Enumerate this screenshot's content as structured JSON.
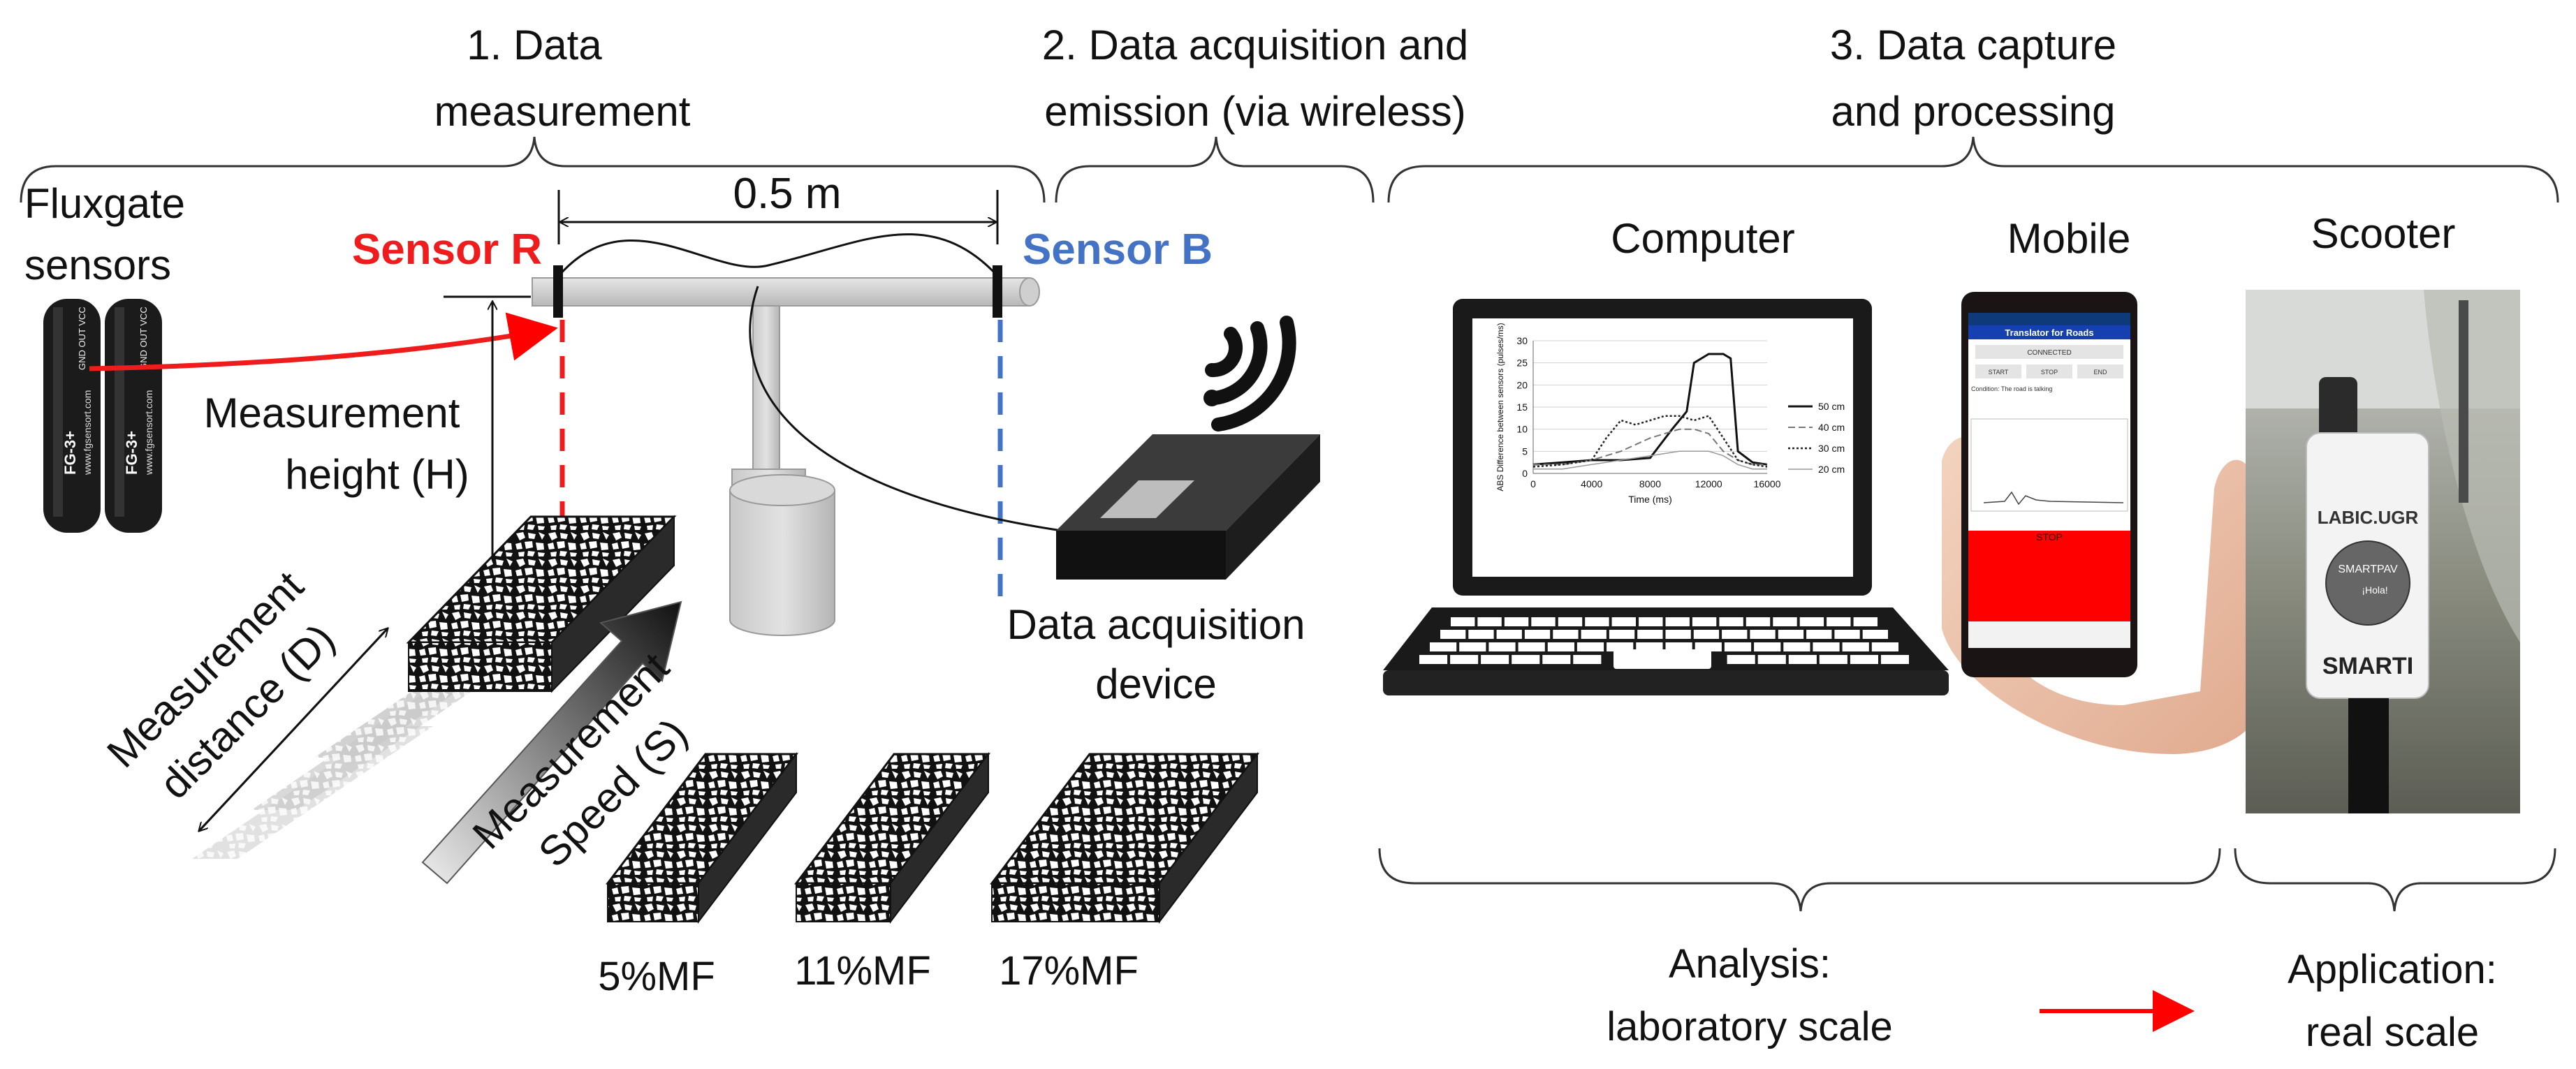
{
  "stages": {
    "s1_line1": "1. Data",
    "s1_line2": "measurement",
    "s2_line1": "2. Data acquisition and",
    "s2_line2": "emission (via wireless)",
    "s3_line1": "3. Data capture",
    "s3_line2": "and processing"
  },
  "sensors": {
    "fluxgate_line1": "Fluxgate",
    "fluxgate_line2": "sensors",
    "sensor_r": "Sensor R",
    "sensor_b": "Sensor B",
    "spacing": "0.5 m",
    "label_model": "FG-3+",
    "label_site": "www.fgsensort.com",
    "label_pins": "GND OUT VCC"
  },
  "measurement": {
    "height_line1": "Measurement",
    "height_line2": "height (H)",
    "distance_line1": "Measurement",
    "distance_line2": "distance (D)",
    "speed_line1": "Measurement",
    "speed_line2": "Speed (S)"
  },
  "samples": [
    "5%MF",
    "11%MF",
    "17%MF"
  ],
  "device": {
    "line1": "Data acquisition",
    "line2": "device"
  },
  "capture": {
    "computer": "Computer",
    "mobile": "Mobile",
    "scooter": "Scooter"
  },
  "bottom": {
    "analysis_line1": "Analysis:",
    "analysis_line2": "laboratory scale",
    "application_line1": "Application:",
    "application_line2": "real scale"
  },
  "phone": {
    "title": "Translator for Roads",
    "connected": "CONNECTED",
    "start": "START",
    "stop_btn": "STOP",
    "end": "END",
    "condition": "Condition: The road is talking",
    "stop_big": "STOP"
  },
  "scooter_sticker": {
    "brand_top": "LABIC.UGR",
    "brand_mid": "SMARTPAV",
    "greeting": "¡Hola!",
    "brand_bottom": "SMARTI"
  },
  "colors": {
    "sensor_r": "#ee1c1c",
    "sensor_b": "#4472c4",
    "arrow": "#ff0000",
    "phone_stop": "#ff0000"
  },
  "chart_data": {
    "type": "line",
    "xlabel": "Time (ms)",
    "ylabel": "ABS Difference between sensors (pulses/ms)",
    "xlim": [
      0,
      16000
    ],
    "ylim": [
      0,
      30
    ],
    "xticks": [
      0,
      4000,
      8000,
      12000,
      16000
    ],
    "yticks": [
      0,
      5,
      10,
      15,
      20,
      25,
      30
    ],
    "legend_position": "right",
    "series": [
      {
        "name": "50 cm",
        "x": [
          0,
          2000,
          4000,
          6000,
          8000,
          9500,
          10500,
          11000,
          12000,
          13000,
          13500,
          14000,
          15000,
          16000
        ],
        "y": [
          2,
          2.5,
          3,
          3,
          3.5,
          10,
          14,
          25,
          27,
          27,
          26,
          5,
          2.5,
          2
        ]
      },
      {
        "name": "40 cm",
        "x": [
          0,
          2000,
          4000,
          6000,
          8000,
          9000,
          10000,
          11000,
          12000,
          13000,
          14000,
          15000,
          16000
        ],
        "y": [
          2,
          2,
          3,
          5,
          8,
          9,
          10,
          10,
          9,
          5,
          3,
          2,
          2
        ]
      },
      {
        "name": "30 cm",
        "x": [
          0,
          2000,
          4000,
          5000,
          6000,
          7000,
          8000,
          9000,
          10000,
          11000,
          12000,
          13000,
          14000,
          15000,
          16000
        ],
        "y": [
          1.5,
          2,
          3,
          8,
          12,
          11,
          12,
          13,
          13,
          12,
          13,
          8,
          3,
          2,
          1.5
        ]
      },
      {
        "name": "20 cm",
        "x": [
          0,
          2000,
          4000,
          6000,
          8000,
          10000,
          12000,
          13000,
          14000,
          15000,
          16000
        ],
        "y": [
          1,
          1,
          2,
          3,
          4,
          5,
          5,
          4,
          2,
          1,
          1
        ]
      }
    ]
  }
}
